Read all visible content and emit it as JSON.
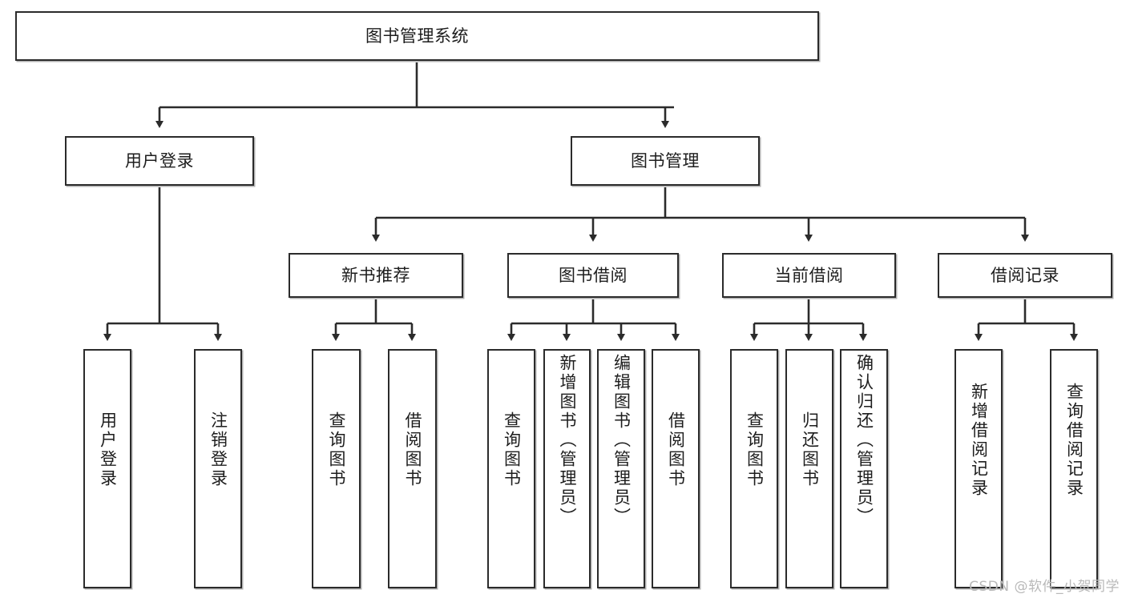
{
  "diagram": {
    "title": "图书管理系统",
    "type": "tree-hierarchy",
    "watermark": "CSDN @软件_小贺同学",
    "colors": {
      "box_border": "#2b2b2b",
      "box_fill": "#ffffff",
      "edge": "#2b2b2b",
      "text": "#1d1d1d",
      "watermark": "#b9b9b9"
    },
    "nodes": {
      "root": {
        "label": "图书管理系统"
      },
      "level2": [
        {
          "label": "用户登录"
        },
        {
          "label": "图书管理"
        }
      ],
      "level3": [
        {
          "label": "新书推荐"
        },
        {
          "label": "图书借阅"
        },
        {
          "label": "当前借阅"
        },
        {
          "label": "借阅记录"
        }
      ],
      "leaves": {
        "user_login": [
          {
            "label": "用户登录"
          },
          {
            "label": "注销登录"
          }
        ],
        "new_book_recommend": [
          {
            "label": "查询图书"
          },
          {
            "label": "借阅图书"
          }
        ],
        "book_borrow": [
          {
            "label": "查询图书"
          },
          {
            "label": "新增图书（管理员）"
          },
          {
            "label": "编辑图书（管理员）"
          },
          {
            "label": "借阅图书"
          }
        ],
        "current_borrow": [
          {
            "label": "查询图书"
          },
          {
            "label": "归还图书"
          },
          {
            "label": "确认归还（管理员）"
          }
        ],
        "borrow_records": [
          {
            "label": "新增借阅记录"
          },
          {
            "label": "查询借阅记录"
          }
        ]
      }
    }
  }
}
